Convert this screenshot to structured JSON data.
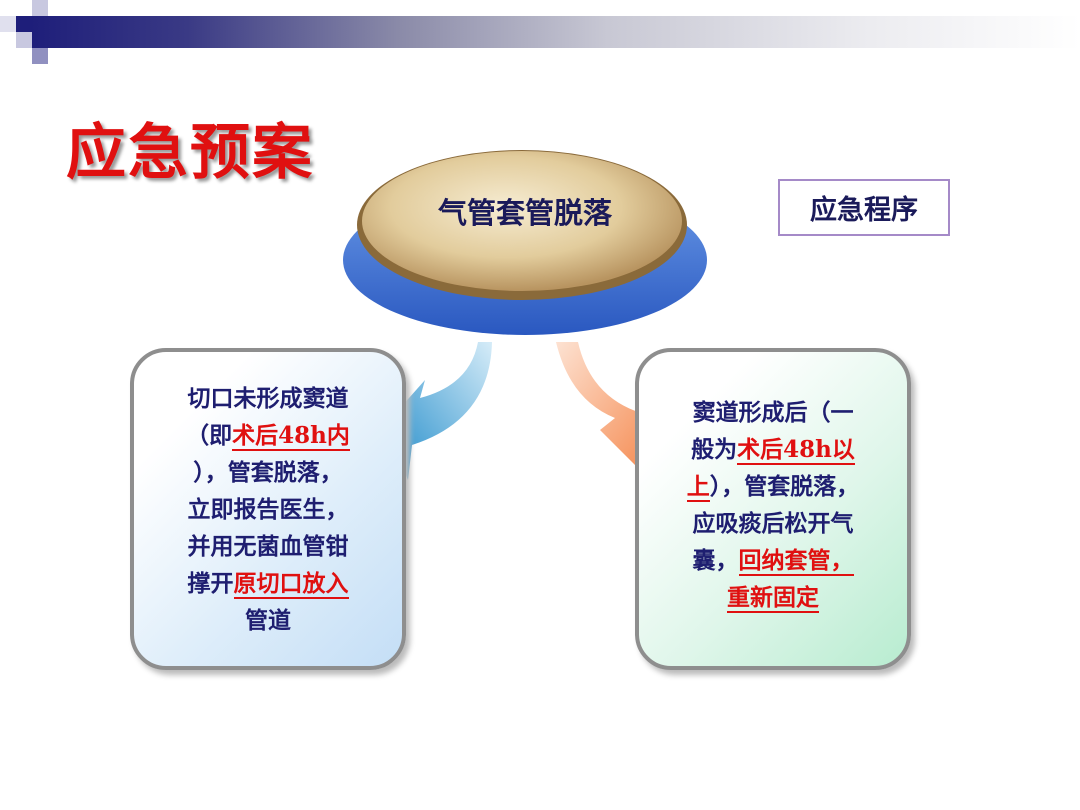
{
  "slide_title": "应急预案",
  "center_label": "气管套管脱落",
  "procedure_label": "应急程序",
  "left_box": {
    "lines": [
      [
        {
          "t": "切口未形成窦道",
          "h": false
        }
      ],
      [
        {
          "t": "（即",
          "h": false
        },
        {
          "t": "术后48h内",
          "h": true
        }
      ],
      [
        {
          "t": "），管套脱落，",
          "h": false
        }
      ],
      [
        {
          "t": "立即报告医生，",
          "h": false
        }
      ],
      [
        {
          "t": "并用无菌血管钳",
          "h": false
        }
      ],
      [
        {
          "t": "撑开",
          "h": false
        },
        {
          "t": "原切口放入",
          "h": true
        }
      ],
      [
        {
          "t": "管道",
          "h": false
        }
      ]
    ]
  },
  "right_box": {
    "lines": [
      [
        {
          "t": "窦道形成后（一",
          "h": false
        }
      ],
      [
        {
          "t": "般为",
          "h": false
        },
        {
          "t": "术后48h以",
          "h": true
        }
      ],
      [
        {
          "t": "上",
          "h": true
        },
        {
          "t": "），管套脱落，",
          "h": false
        }
      ],
      [
        {
          "t": "应吸痰后松开气",
          "h": false
        }
      ],
      [
        {
          "t": "囊，",
          "h": false
        },
        {
          "t": "回纳套管，",
          "h": true
        }
      ],
      [
        {
          "t": "重新固定",
          "h": true
        }
      ]
    ]
  },
  "colors": {
    "title": "#e01010",
    "text": "#1e1e70",
    "highlight": "#e01010",
    "bar": "#1e1e7a"
  }
}
